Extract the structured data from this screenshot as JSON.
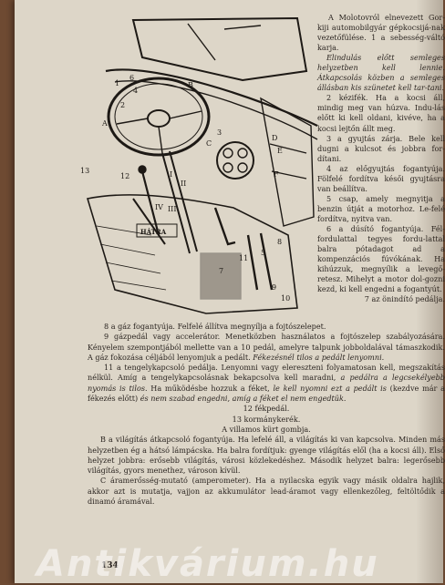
{
  "page_number": "134",
  "watermark": "Antikvárium.hu",
  "figure": {
    "labels": {
      "A": "A",
      "B": "B",
      "C": "C",
      "D": "D",
      "E": "E",
      "F": "F",
      "I": "I",
      "II": "II",
      "III": "III",
      "IV": "IV",
      "n1": "1",
      "n2": "2",
      "n3": "3",
      "n4": "4",
      "n5": "5",
      "n6": "6",
      "n7": "7",
      "n8": "8",
      "n9": "9",
      "n10": "10",
      "n11": "11",
      "n12": "12",
      "n13": "13",
      "hatra": "HÁTRA"
    }
  },
  "right_column": [
    "A Molotovról elnevezett Gor-kiji automobilgyár gépkocsijá-nak vezetőfülése. 1 a sebesség-váltó karja.",
    "Elindulás előtt semleges helyzetben kell lennie. Átkapcsolás közben a semleges állásban kis szünetet kell tar-tani.",
    "2 kézifék. Ha a kocsi áll, mindig meg van húzva. Indu-lás előtt ki kell oldani, kivéve, ha a kocsi lejtőn állt meg.",
    "3 a gyujtás zárja. Bele kell dugni a kulcsot és jobbra for-dítani.",
    "4 az előgyujtás fogantyúja. Fölfelé fordítva késői gyujtásra van beállítva.",
    "5 csap, amely megnyitja a benzin útját a motorhoz. Le-felé fordítva, nyitva van.",
    "6 a dúsító fogantyúja. Fél-fordulattal tegyes fordu-lattal balra pótadagot ad a kompenzációs fúvókának. Ha kihúzzuk, megnyílik a levegő-retesz. Mihelyt a motor dol-gozni kezd, ki kell engedni a fogantyút.",
    "7 az önindító pedálja."
  ],
  "body": {
    "p8": "8 a gáz fogantyúja. Felfelé állítva megnyílja a fojtószelepet.",
    "p9a": "9 gázpedál vagy accelerátor. Menetközben használatos a fojtószelep szabályozására. Kényelem szempontjából mellette van a",
    "p9b": "10 pedál, amelyre talpunk jobboldalával támaszkodik. A gáz fokozása céljából lenyomjuk a pedált.",
    "p9c": "Fékezésnél tilos a pedált lenyomni.",
    "p11a": "11 a tengelykapcsoló pedálja. Lenyomni vagy elereszteni folyamatosan kell, megszakítás nélkül. Amíg a tengelykapcsolásnak bekapcsolva kell maradni,",
    "p11b": "a pedálra a legcsekélyebb nyomás is tilos.",
    "p11c": "Ha működésbe hozzuk a féket,",
    "p11d": "le kell nyomni ezt a pedált is",
    "p11e": "(kezdve már a fékezés előtt)",
    "p11f": "és nem szabad engedni, amíg a féket el nem engedtük.",
    "p12": "12 fékpedál.",
    "p13": "13 kormánykerék.",
    "pA": "A villamos kürt gombja.",
    "pB": "B a világítás átkapcsoló fogantyúja. Ha lefelé áll, a világítás ki van kapcsolva. Minden más helyzetben ég a hátsó lámpácska. Ha balra fordítjuk: gyenge világítás elől (ha a kocsi áll). Első helyzet jobbra: erősebb világítás, városi közlekedéshez. Második helyzet balra: legerősebb világítás, gyors menethez, városon kívül.",
    "pC": "C áramerősség-mutató (amperometer). Ha a nyilacska egyik vagy másik oldalra hajlik, akkor azt is mutatja, vajjon az akkumulátor lead-áramot vagy ellenkezőleg, feltöltődik a dinamó áramával."
  },
  "colors": {
    "paper": "#ddd6c8",
    "ink": "#2a2420",
    "backdrop": "#6e4a32"
  }
}
